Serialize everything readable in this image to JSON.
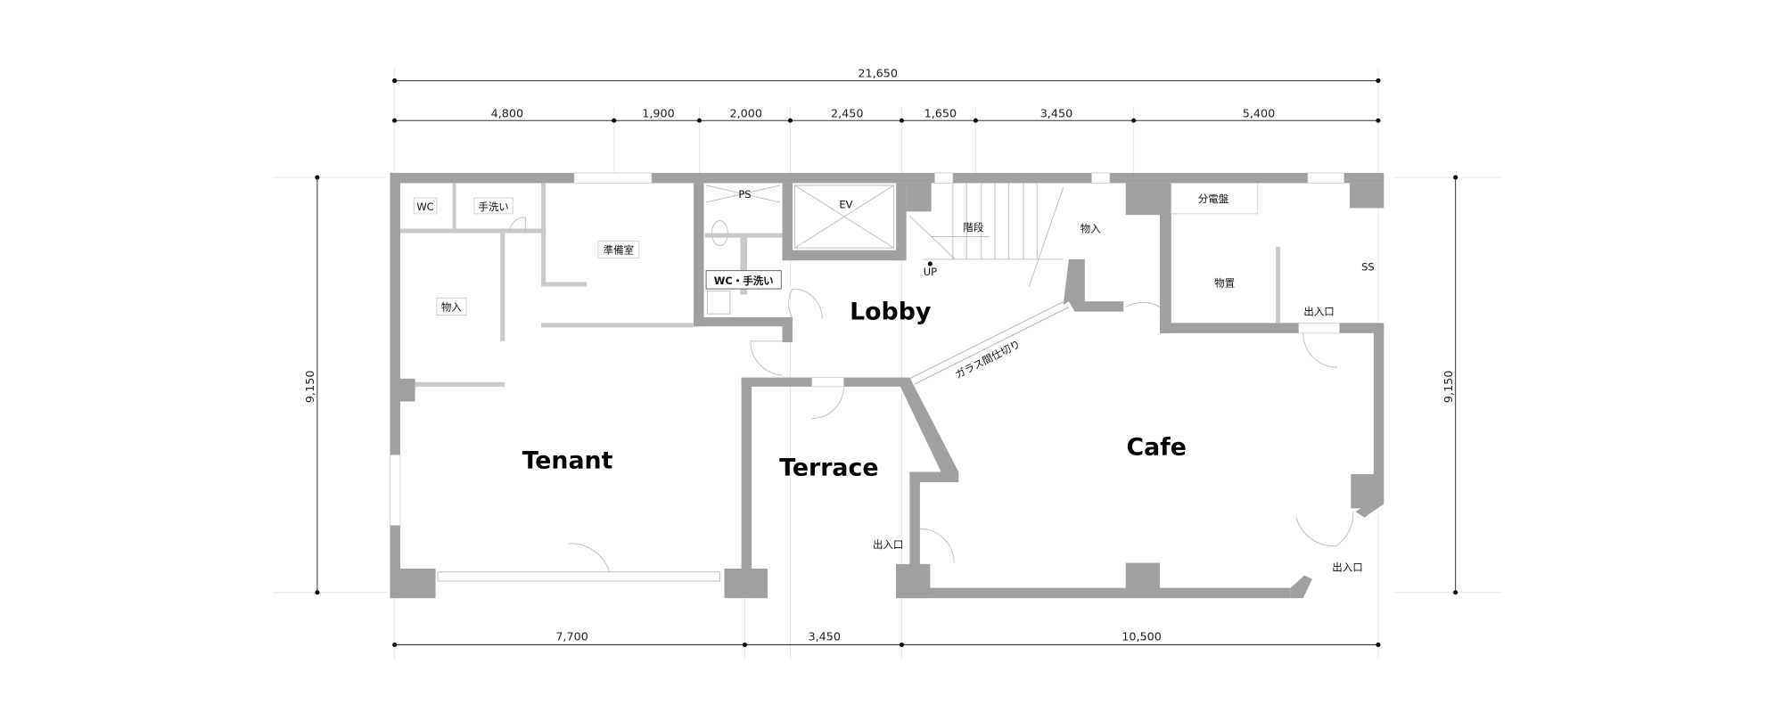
{
  "dimensions": {
    "total_width": "21,650",
    "top_segments": [
      "4,800",
      "1,900",
      "2,000",
      "2,450",
      "1,650",
      "3,450",
      "5,400"
    ],
    "bottom_segments": [
      "7,700",
      "3,450",
      "10,500"
    ],
    "left_height": "9,150",
    "right_height": "9,150"
  },
  "rooms": {
    "tenant": "Tenant",
    "terrace": "Terrace",
    "lobby": "Lobby",
    "cafe": "Cafe"
  },
  "labels": {
    "wc": "WC",
    "handwash": "手洗い",
    "storage_left": "物入",
    "prep_room": "準備室",
    "ps": "PS",
    "wc_handwash": "WC・手洗い",
    "ev": "EV",
    "stairs": "階段",
    "up": "UP",
    "storage_right": "物入",
    "distribution_board": "分電盤",
    "storeroom": "物置",
    "ss": "SS",
    "entrance_storeroom": "出入口",
    "entrance_terrace": "出入口",
    "entrance_cafe": "出入口",
    "glass_partition": "ガラス間仕切り"
  }
}
